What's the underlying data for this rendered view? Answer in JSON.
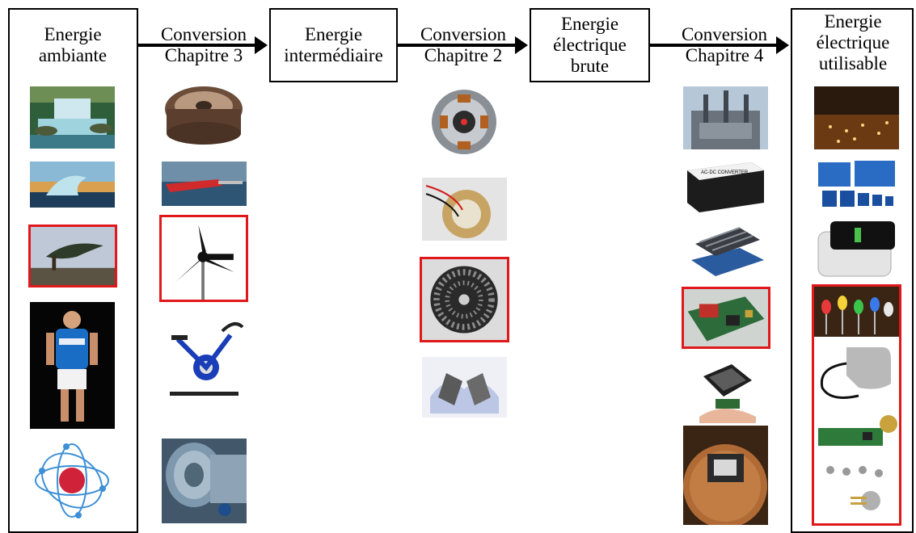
{
  "stages": {
    "ambient": "Energie ambiante",
    "intermediate": "Energie intermédiaire",
    "raw": "Energie électrique brute",
    "usable": "Energie électrique utilisable"
  },
  "conversions": [
    {
      "line1": "Conversion",
      "line2": "Chapitre 3"
    },
    {
      "line1": "Conversion",
      "line2": "Chapitre 2"
    },
    {
      "line1": "Conversion",
      "line2": "Chapitre 4"
    }
  ],
  "colors": {
    "highlight": "#e0181b",
    "line": "#000000"
  },
  "columns": {
    "ambient": [
      {
        "name": "waterfall-image",
        "selected": false
      },
      {
        "name": "ocean-wave-image",
        "selected": false
      },
      {
        "name": "windswept-tree-image",
        "selected": true
      },
      {
        "name": "cyclist-athlete-image",
        "selected": false
      },
      {
        "name": "atom-heat-image",
        "selected": false
      }
    ],
    "chapter3": [
      {
        "name": "turbine-wheel-image",
        "selected": false
      },
      {
        "name": "wave-energy-converter-image",
        "selected": false
      },
      {
        "name": "wind-turbine-image",
        "selected": true
      },
      {
        "name": "exercise-bike-image",
        "selected": false
      },
      {
        "name": "steam-turbine-image",
        "selected": false
      }
    ],
    "chapter2": [
      {
        "name": "electromagnetic-generator-image",
        "selected": false
      },
      {
        "name": "piezo-disc-image",
        "selected": false
      },
      {
        "name": "electret-disc-image",
        "selected": true
      },
      {
        "name": "thermoelectric-modules-image",
        "selected": false
      }
    ],
    "chapter4": [
      {
        "name": "power-substation-image",
        "selected": false
      },
      {
        "name": "ac-dc-converter-image",
        "selected": false,
        "label": "AC-DC CONVERTER"
      },
      {
        "name": "heatsink-board-image",
        "selected": false
      },
      {
        "name": "circuit-board-image",
        "selected": true
      },
      {
        "name": "chip-on-finger-image",
        "selected": false
      },
      {
        "name": "microchip-on-coin-image",
        "selected": false
      }
    ],
    "usable": [
      {
        "name": "city-lights-image",
        "selected": false
      },
      {
        "name": "batteries-image",
        "selected": false
      },
      {
        "name": "phone-charger-case-image",
        "selected": false
      },
      {
        "name": "leds-image",
        "selected": false
      },
      {
        "name": "pacemaker-image",
        "selected": false
      },
      {
        "name": "sensor-node-image",
        "selected": false
      },
      {
        "name": "optical-sensors-image",
        "selected": false
      }
    ],
    "usable_group_selected": true
  }
}
